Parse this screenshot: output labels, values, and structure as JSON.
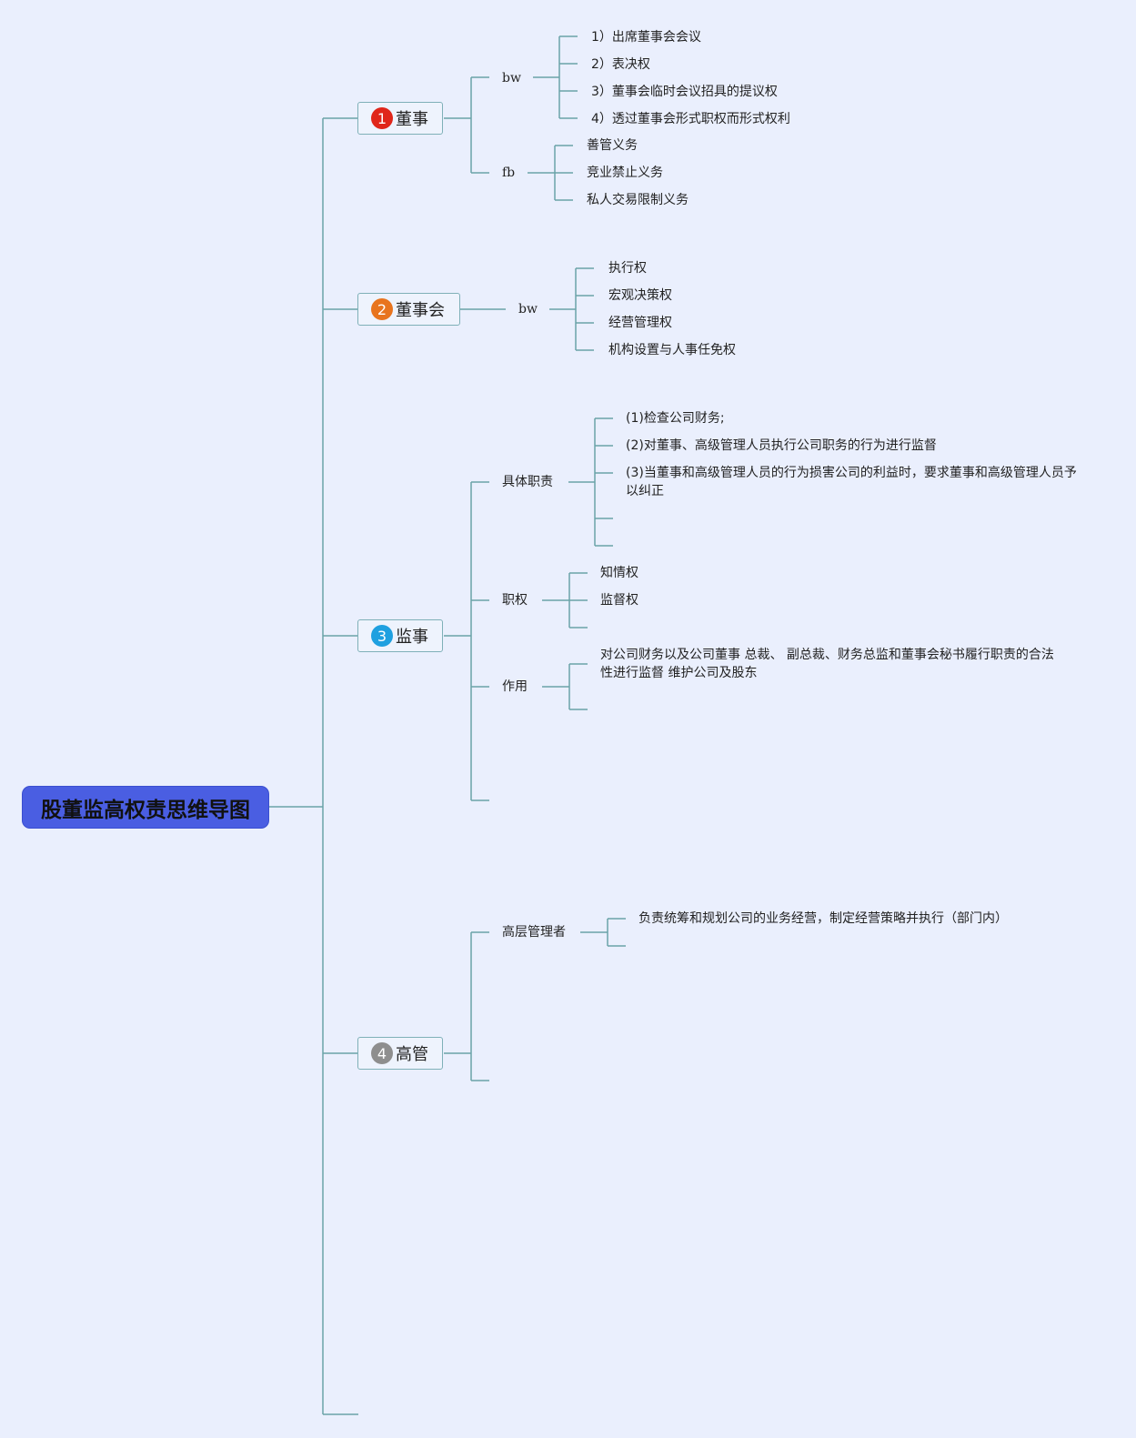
{
  "root": {
    "title": "股董监高权责思维导图",
    "color": "#4a5ee2"
  },
  "line_color": "#6aa3a8",
  "branches": [
    {
      "label": "董事",
      "badge": "1",
      "badge_color": "#e0261a",
      "groups": [
        {
          "label": "bw",
          "items": [
            "1）出席董事会会议",
            "2）表决权",
            "3）董事会临时会议招具的提议权",
            "4）透过董事会形式职权而形式权利"
          ]
        },
        {
          "label": "fb",
          "items": [
            "善管义务",
            "竞业禁止义务",
            "私人交易限制义务"
          ]
        }
      ]
    },
    {
      "label": "董事会",
      "badge": "2",
      "badge_color": "#e8741e",
      "groups": [
        {
          "label": "bw",
          "items": [
            "执行权",
            "宏观决策权",
            "经营管理权",
            "机构设置与人事任免权"
          ]
        }
      ]
    },
    {
      "label": "监事",
      "badge": "3",
      "badge_color": "#1fa0e0",
      "groups": [
        {
          "label": "具体职责",
          "items": [
            "(1)检查公司财务;",
            "(2)对董事、高级管理人员执行公司职务的行为进行监督",
            "(3)当董事和高级管理人员的行为损害公司的利益时，要求董事和高级管理人员予以纠正"
          ]
        },
        {
          "label": "职权",
          "items": [
            "知情权",
            "监督权"
          ]
        },
        {
          "label": "作用",
          "items": [
            "对公司财务以及公司董事 总裁、 副总裁、财务总监和董事会秘书履行职责的合法性进行监督 维护公司及股东"
          ]
        }
      ]
    },
    {
      "label": "高管",
      "badge": "4",
      "badge_color": "#8e8e8e",
      "groups": [
        {
          "label": "高层管理者",
          "items": [
            "负责统筹和规划公司的业务经营，制定经营策略并执行（部门内）"
          ]
        }
      ]
    }
  ]
}
